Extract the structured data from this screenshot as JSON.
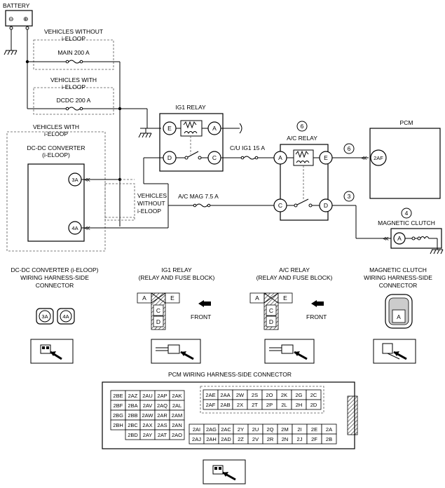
{
  "battery": {
    "label": "BATTERY",
    "minus": "⊖",
    "plus": "⊕"
  },
  "groups": {
    "without_eloop_1": [
      "VEHICLES WITHOUT",
      "i-ELOOP"
    ],
    "main_fuse": "MAIN 200 A",
    "with_eloop_1": [
      "VEHICLES WITH",
      "i-ELOOP"
    ],
    "dcdc_fuse": "DCDC 200 A",
    "with_eloop_2": [
      "VEHICLES WITH",
      "i-ELOOP"
    ],
    "converter": [
      "DC-DC CONVERTER",
      "(i-ELOOP)"
    ],
    "without_eloop_2": [
      "VEHICLES",
      "WITHOUT",
      "i-ELOOP"
    ]
  },
  "terminals": {
    "t3a": "3A",
    "t4a": "4A",
    "ig1_e": "E",
    "ig1_a": "A",
    "ig1_d": "D",
    "ig1_c": "C",
    "ac_a": "A",
    "ac_e": "E",
    "ac_c": "C",
    "ac_d": "D",
    "pcm_2af": "2AF",
    "mc_a": "A"
  },
  "components": {
    "ig1_relay": "IG1 RELAY",
    "ac_relay": "A/C RELAY",
    "pcm": "PCM",
    "magnetic_clutch": "MAGNETIC CLUTCH"
  },
  "fuses": {
    "cu_ig1": "C/U IG1 15 A",
    "ac_mag": "A/C MAG 7.5 A"
  },
  "circled_numbers": {
    "ac_relay": "6",
    "wire_e": "6",
    "wire_d": "3",
    "mc": "4"
  },
  "connectors": {
    "dcdc": [
      "DC-DC CONVERTER (i-ELOOP)",
      "WIRING HARNESS-SIDE",
      "CONNECTOR"
    ],
    "ig1": [
      "IG1 RELAY",
      "(RELAY AND FUSE BLOCK)"
    ],
    "ac": [
      "A/C RELAY",
      "(RELAY AND FUSE BLOCK)"
    ],
    "mc": [
      "MAGNETIC CLUTCH",
      "WIRING HARNESS-SIDE",
      "CONNECTOR"
    ],
    "front": "FRONT",
    "pins_ig1": [
      "A",
      "E",
      "C",
      "D"
    ],
    "pins_ac": [
      "A",
      "E",
      "C",
      "D"
    ],
    "pins_dcdc": [
      "3A",
      "4A"
    ],
    "pin_mc": "A"
  },
  "pcm_connector": {
    "title": "PCM WIRING HARNESS-SIDE CONNECTOR",
    "left_block": [
      [
        "2BE",
        "2AZ",
        "2AU",
        "2AP",
        "2AK"
      ],
      [
        "2BF",
        "2BA",
        "2AV",
        "2AQ",
        "2AL"
      ],
      [
        "2BG",
        "2BB",
        "2AW",
        "2AR",
        "2AM"
      ],
      [
        "2BH",
        "2BC",
        "2AX",
        "2AS",
        "2AN"
      ],
      [
        "",
        "2BD",
        "2AY",
        "2AT",
        "2AO"
      ]
    ],
    "right_top": [
      [
        "2AE",
        "2AA",
        "2W",
        "2S",
        "2O",
        "2K",
        "2G",
        "2C"
      ],
      [
        "2AF",
        "2AB",
        "2X",
        "2T",
        "2P",
        "2L",
        "2H",
        "2D"
      ]
    ],
    "right_bottom": [
      [
        "2AI",
        "2AG",
        "2AC",
        "2Y",
        "2U",
        "2Q",
        "2M",
        "2I",
        "2E",
        "2A"
      ],
      [
        "2AJ",
        "2AH",
        "2AD",
        "2Z",
        "2V",
        "2R",
        "2N",
        "2J",
        "2F",
        "2B"
      ]
    ]
  }
}
